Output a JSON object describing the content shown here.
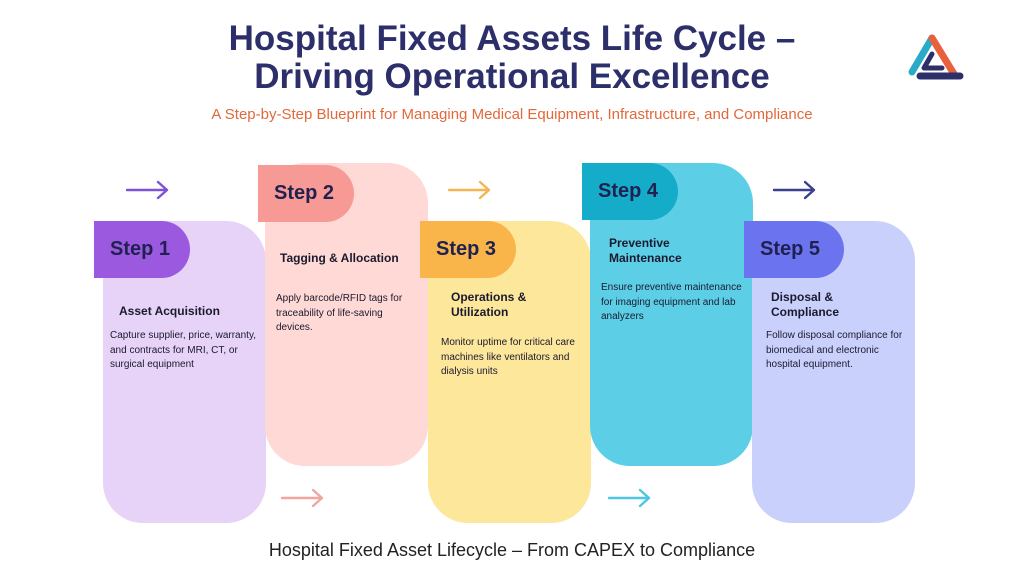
{
  "header": {
    "title_line1": "Hospital Fixed Assets Life Cycle –",
    "title_line2": "Driving Operational Excellence",
    "subtitle": "A Step-by-Step Blueprint for Managing Medical Equipment, Infrastructure, and Compliance"
  },
  "steps": [
    {
      "label": "Step 1",
      "title": "Asset Acquisition",
      "description": "Capture supplier, price, warranty, and contracts for MRI, CT, or surgical equipment"
    },
    {
      "label": "Step 2",
      "title": "Tagging & Allocation",
      "description": "Apply barcode/RFID tags for traceability of life-saving devices."
    },
    {
      "label": "Step 3",
      "title": "Operations & Utilization",
      "description": "Monitor uptime for critical care machines like ventilators and dialysis units"
    },
    {
      "label": "Step 4",
      "title": "Preventive Maintenance",
      "description": "Ensure preventive maintenance for imaging equipment and lab analyzers"
    },
    {
      "label": "Step 5",
      "title": "Disposal & Compliance",
      "description": "Follow disposal compliance for biomedical and electronic hospital equipment."
    }
  ],
  "footer": "Hospital Fixed Asset Lifecycle – From CAPEX to Compliance",
  "colors": {
    "title": "#2d2f6b",
    "subtitle": "#e2683a",
    "step1_card": "#e6d3f7",
    "step1_pill": "#9b59e0",
    "step2_card": "#ffd9d5",
    "step2_pill": "#f79a95",
    "step3_card": "#fde79a",
    "step3_pill": "#f9b54a",
    "step4_card": "#5ccfe6",
    "step4_pill": "#15acc9",
    "step5_card": "#c9d0fb",
    "step5_pill": "#6b73ee",
    "arrow_purple": "#7b52d8",
    "arrow_orange": "#f7b454",
    "arrow_navy": "#3a3f8f",
    "arrow_pink": "#f2a6a0",
    "arrow_cyan": "#4fc6e3"
  },
  "icons": [
    "triangle-logo-icon",
    "arrow-right-icon"
  ]
}
